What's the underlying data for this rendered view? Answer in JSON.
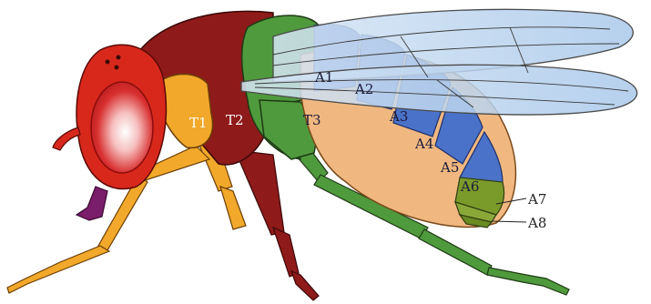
{
  "diagram": {
    "segments": {
      "thorax": [
        {
          "id": "T1",
          "label": "T1",
          "color": "#f2a82a"
        },
        {
          "id": "T2",
          "label": "T2",
          "color": "#8e1a1a"
        },
        {
          "id": "T3",
          "label": "T3",
          "color": "#4f9a3c"
        }
      ],
      "abdomen": [
        {
          "id": "A1",
          "label": "A1"
        },
        {
          "id": "A2",
          "label": "A2"
        },
        {
          "id": "A3",
          "label": "A3"
        },
        {
          "id": "A4",
          "label": "A4"
        },
        {
          "id": "A5",
          "label": "A5"
        },
        {
          "id": "A6",
          "label": "A6"
        },
        {
          "id": "A7",
          "label": "A7"
        },
        {
          "id": "A8",
          "label": "A8"
        }
      ]
    },
    "colors": {
      "head": "#d8281c",
      "eye": "#d93030",
      "t1": "#f2a82a",
      "t2": "#8e1a1a",
      "t3": "#4f9a3c",
      "abdomen_dorsal": "#4a72c8",
      "abdomen_ventral": "#f0b880",
      "abdomen_tip": "#7a9a2a",
      "wing": "#bcd6ef",
      "proboscis": "#7a1d6a"
    }
  }
}
